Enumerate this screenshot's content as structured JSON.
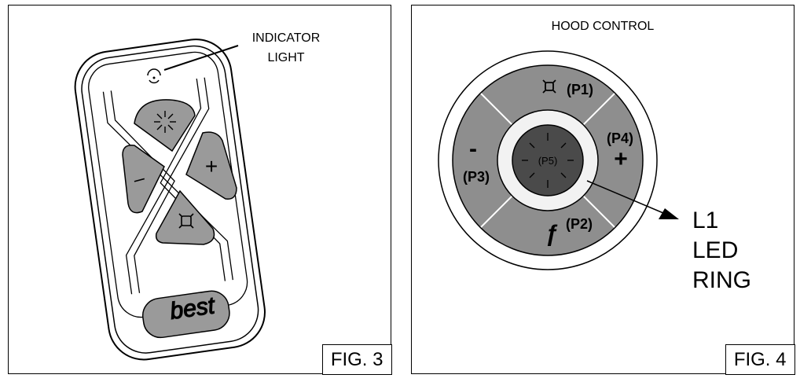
{
  "fig3": {
    "label": "FIG. 3",
    "callout_line1": "INDICATOR",
    "callout_line2": "LIGHT",
    "remote": {
      "logo_text": "best",
      "buttons": [
        {
          "name": "light-button",
          "icon": "sunburst-icon"
        },
        {
          "name": "minus-button",
          "symbol": "–"
        },
        {
          "name": "plus-button",
          "symbol": "+"
        },
        {
          "name": "fan-button",
          "icon": "fan-icon"
        }
      ]
    }
  },
  "fig4": {
    "label": "FIG. 4",
    "title": "HOOD CONTROL",
    "p1": "(P1)",
    "p2": "(P2)",
    "p3": "(P3)",
    "p4": "(P4)",
    "p5": "(P5)",
    "minus": "-",
    "plus": "+",
    "f_symbol": "ƒ",
    "callout_line1": "L1",
    "callout_line2": "LED",
    "callout_line3": "RING"
  }
}
